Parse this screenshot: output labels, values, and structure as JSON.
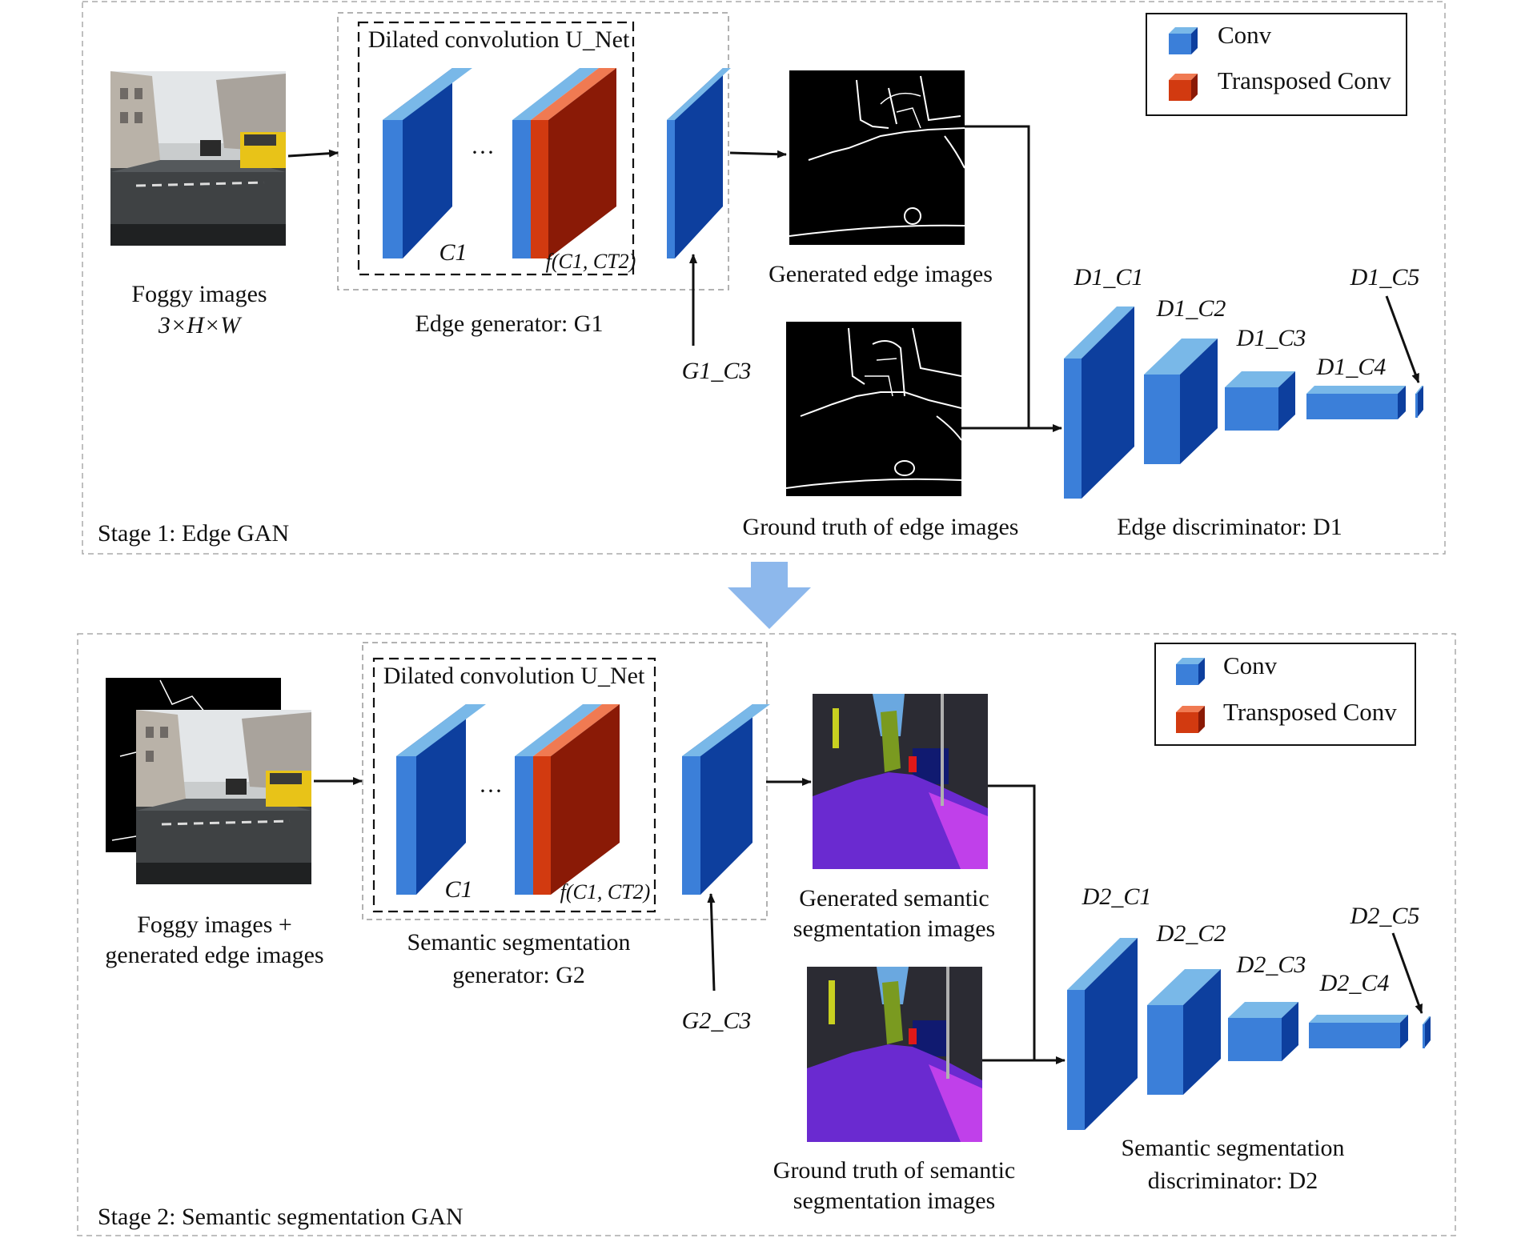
{
  "stage1": {
    "title": "Stage 1: Edge GAN",
    "input_label_1": "Foggy images",
    "input_label_2": "3×H×W",
    "unet_title": "Dilated convolution U_Net",
    "ellipsis": "···",
    "c1": "C1",
    "f_label": "f(C1, CT2)",
    "generator_label": "Edge generator: G1",
    "g_c3": "G1_C3",
    "generated_label": "Generated edge images",
    "ground_truth_label": "Ground truth of edge images",
    "discriminator_label": "Edge discriminator: D1",
    "d_layers": [
      "D1_C1",
      "D1_C2",
      "D1_C3",
      "D1_C4",
      "D1_C5"
    ],
    "legend": {
      "conv": "Conv",
      "tconv": "Transposed Conv"
    }
  },
  "stage2": {
    "title": "Stage 2: Semantic segmentation GAN",
    "input_label_1": "Foggy images +",
    "input_label_2": "generated edge images",
    "unet_title": "Dilated convolution U_Net",
    "ellipsis": "···",
    "c1": "C1",
    "f_label": "f(C1, CT2)",
    "generator_label_1": "Semantic segmentation",
    "generator_label_2": "generator: G2",
    "g_c3": "G2_C3",
    "generated_label_1": "Generated semantic",
    "generated_label_2": "segmentation images",
    "ground_truth_label_1": "Ground truth of semantic",
    "ground_truth_label_2": "segmentation images",
    "discriminator_label_1": "Semantic segmentation",
    "discriminator_label_2": "discriminator: D2",
    "d_layers": [
      "D2_C1",
      "D2_C2",
      "D2_C3",
      "D2_C4",
      "D2_C5"
    ],
    "legend": {
      "conv": "Conv",
      "tconv": "Transposed Conv"
    }
  },
  "colors": {
    "conv_front": "#3b7fd9",
    "conv_side": "#0d3f9e",
    "conv_top": "#79b8e8",
    "tconv_front": "#d23a10",
    "tconv_side": "#8a1a06",
    "tconv_top": "#f07a52",
    "flow_arrow": "#8db8ec",
    "road_purple": "#6a2ad0",
    "sidewalk": "#c040ea",
    "sky": "#6aa8e0",
    "vegetation": "#7a9a20",
    "car": "#101a70",
    "dark_bg": "#2b2b33"
  },
  "icons": [
    "flow-down-arrow-icon",
    "conv-cube-icon",
    "transposed-conv-cube-icon"
  ]
}
